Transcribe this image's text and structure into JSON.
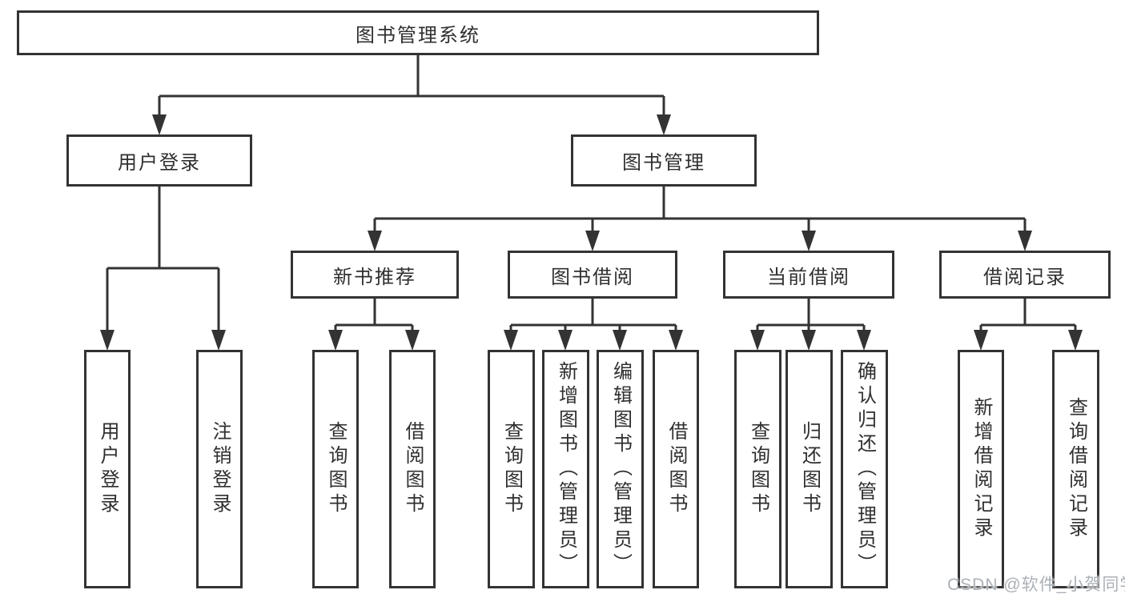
{
  "diagram_type": "hierarchy-tree",
  "colors": {
    "line": "#333333",
    "node_border": "#333333",
    "node_background": "#ffffff",
    "text": "#2f2f2f",
    "watermark_text": "#abb1b7"
  },
  "watermark": "CSDN @软件_小贺同学",
  "tree": {
    "root": {
      "label": "图书管理系统",
      "children": [
        {
          "label": "用户登录",
          "children": [
            {
              "label": "用户登录"
            },
            {
              "label": "注销登录"
            }
          ]
        },
        {
          "label": "图书管理",
          "children": [
            {
              "label": "新书推荐",
              "children": [
                {
                  "label": "查询图书"
                },
                {
                  "label": "借阅图书"
                }
              ]
            },
            {
              "label": "图书借阅",
              "children": [
                {
                  "label": "查询图书"
                },
                {
                  "label": "新增图书（管理员）"
                },
                {
                  "label": "编辑图书（管理员）"
                },
                {
                  "label": "借阅图书"
                }
              ]
            },
            {
              "label": "当前借阅",
              "children": [
                {
                  "label": "查询图书"
                },
                {
                  "label": "归还图书"
                },
                {
                  "label": "确认归还（管理员）"
                }
              ]
            },
            {
              "label": "借阅记录",
              "children": [
                {
                  "label": "新增借阅记录"
                },
                {
                  "label": "查询借阅记录"
                }
              ]
            }
          ]
        }
      ]
    }
  }
}
